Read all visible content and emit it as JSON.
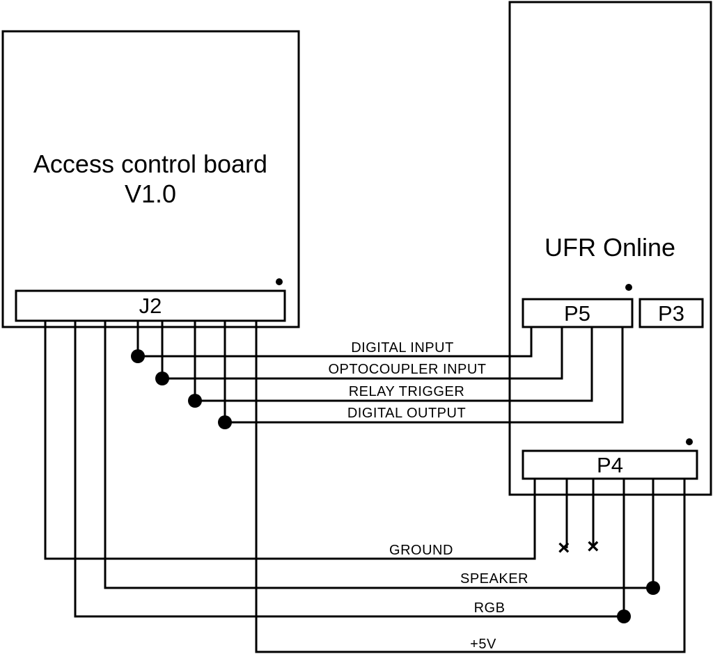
{
  "boards": {
    "access_control": {
      "title_line1": "Access control board",
      "title_line2": "V1.0"
    },
    "ufr": {
      "title": "UFR Online"
    }
  },
  "connectors": {
    "j2": "J2",
    "p5": "P5",
    "p3": "P3",
    "p4": "P4"
  },
  "signals": {
    "digital_input": "DIGITAL INPUT",
    "optocoupler_input": "OPTOCOUPLER INPUT",
    "relay_trigger": "RELAY TRIGGER",
    "digital_output": "DIGITAL OUTPUT",
    "ground": "GROUND",
    "speaker": "SPEAKER",
    "rgb": "RGB",
    "plus5v": "+5V"
  },
  "unconnected_marker": "×"
}
